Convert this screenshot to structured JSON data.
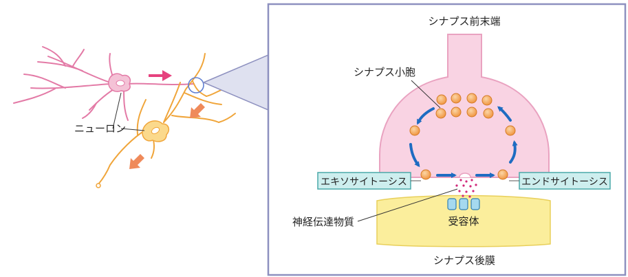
{
  "labels": {
    "neuron": "ニューロン",
    "presynaptic_terminal": "シナプス前末端",
    "synaptic_vesicle": "シナプス小胞",
    "exocytosis": "エキソサイトーシス",
    "endocytosis": "エンドサイトーシス",
    "neurotransmitter": "神経伝達物質",
    "receptor": "受容体",
    "postsynaptic_membrane": "シナプス後膜"
  },
  "colors": {
    "neuron_pink": "#e37aa6",
    "neuron_orange": "#f0a53a",
    "arrow_pink": "#e6427e",
    "arrow_orange": "#ef8a5a",
    "panel_border": "#8d90bf",
    "terminal_fill": "#f9d3e3",
    "terminal_stroke": "#e9a2c0",
    "vesicle": "#f39a44",
    "cycle_arrow": "#1e6cc2",
    "label_box_fill": "#cdeeee",
    "label_box_stroke": "#4aa8a8",
    "postsynaptic_fill": "#fbee9c",
    "transmitter_dot": "#d0287a",
    "receptor_fill": "#a5d9ef",
    "receptor_stroke": "#2f7fb4",
    "highlight_circle": "#5f7fd3"
  }
}
